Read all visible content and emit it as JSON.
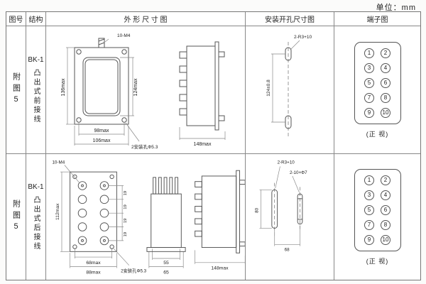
{
  "unit_label": "单位：mm",
  "headers": {
    "fig_no": "图号",
    "structure": "结构",
    "outline": "外 形 尺 寸 图",
    "mounting": "安装开孔尺寸图",
    "terminal": "端子图"
  },
  "rows": [
    {
      "fig_no": "附图5",
      "model": "BK-1",
      "structure_desc": "凸出式前接线",
      "outline": {
        "dim_height_outer": "136max",
        "dim_height_inner": "124max",
        "dim_width_inner": "98max",
        "dim_width_outer": "106max",
        "screw_note": "10-M4",
        "hole_note": "2安装孔Φ5.3",
        "dim_depth": "148max"
      },
      "mounting": {
        "slot_note": "2-R3+10",
        "dim_vertical": "124±0.8"
      },
      "terminal": {
        "left": [
          "1",
          "3",
          "5",
          "7",
          "9"
        ],
        "right": [
          "2",
          "4",
          "6",
          "8",
          "10"
        ],
        "caption": "(正 视)"
      }
    },
    {
      "fig_no": "附图5",
      "model": "BK-1",
      "structure_desc": "凸出式后接线",
      "outline": {
        "screw_note": "10-M4",
        "dim_height_outer": "112max",
        "dim_seg1": "19",
        "dim_seg2": "19",
        "dim_seg3": "19",
        "dim_seg4": "19",
        "dim_width_inner": "68max",
        "dim_width_outer": "88max",
        "hole_note": "2安装孔Φ5.3",
        "dim_mid_inner": "55",
        "dim_mid_outer": "65",
        "dim_depth": "148max"
      },
      "mounting": {
        "slot_note": "2-R3+10",
        "hole_note": "2-10+Φ7",
        "dim_vertical": "80",
        "dim_horizontal": "68"
      },
      "terminal": {
        "left": [
          "1",
          "3",
          "5",
          "7",
          "9"
        ],
        "right": [
          "2",
          "4",
          "6",
          "8",
          "10"
        ],
        "caption": "(正 视)"
      }
    }
  ]
}
